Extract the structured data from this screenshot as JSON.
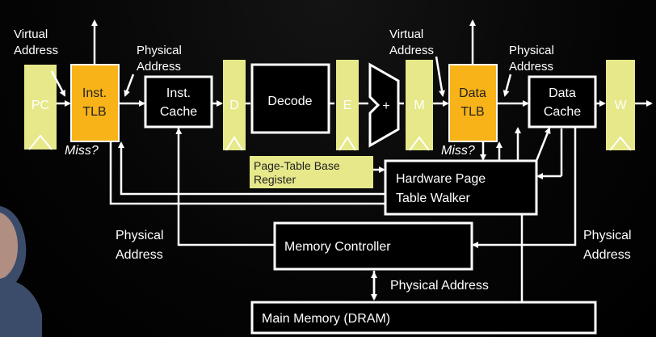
{
  "labels": {
    "pc": "PC",
    "inst_tlb_line1": "Inst.",
    "inst_tlb_line2": "TLB",
    "inst_cache_line1": "Inst.",
    "inst_cache_line2": "Cache",
    "d": "D",
    "decode": "Decode",
    "e": "E",
    "plus": "+",
    "m": "M",
    "data_tlb_line1": "Data",
    "data_tlb_line2": "TLB",
    "data_cache_line1": "Data",
    "data_cache_line2": "Cache",
    "w": "W",
    "virtual_addr_1_line1": "Virtual",
    "virtual_addr_1_line2": "Address",
    "physical_addr_1_line1": "Physical",
    "physical_addr_1_line2": "Address",
    "virtual_addr_2_line1": "Virtual",
    "virtual_addr_2_line2": "Address",
    "physical_addr_2_line1": "Physical",
    "physical_addr_2_line2": "Address",
    "miss_1": "Miss?",
    "miss_2": "Miss?",
    "ptbr_line1": "Page-Table Base",
    "ptbr_line2": "Register",
    "walker_line1": "Hardware Page",
    "walker_line2": "Table Walker",
    "phys_left_line1": "Physical",
    "phys_left_line2": "Address",
    "phys_right_line1": "Physical",
    "phys_right_line2": "Address",
    "mem_ctrl": "Memory Controller",
    "phys_mid": "Physical Address",
    "main_memory": "Main Memory (DRAM)"
  },
  "colors": {
    "tlb": "#f7b318",
    "pipeline_register": "#e6e88a",
    "ptbr": "#e6e88a",
    "line": "#ffffff",
    "background": "#000000"
  }
}
